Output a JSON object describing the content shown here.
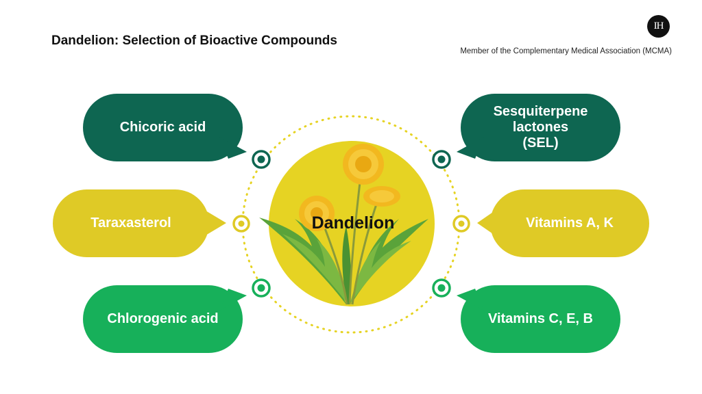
{
  "title": "Dandelion: Selection of Bioactive Compounds",
  "member_note": "Member of the Complementary Medical Association (MCMA)",
  "logo_text": "IH",
  "center_label": "Dandelion",
  "colors": {
    "dark_green": "#0e6651",
    "yellow": "#dfca26",
    "green": "#17b05a",
    "center": "#e6d323"
  },
  "compounds": [
    {
      "label": "Chicoric acid",
      "color": "dark_green"
    },
    {
      "label": "Sesquiterpene lactones (SEL)",
      "color": "dark_green"
    },
    {
      "label": "Taraxasterol",
      "color": "yellow"
    },
    {
      "label": "Vitamins A, K",
      "color": "yellow"
    },
    {
      "label": "Chlorogenic acid",
      "color": "green"
    },
    {
      "label": "Vitamins C, E, B",
      "color": "green"
    }
  ]
}
